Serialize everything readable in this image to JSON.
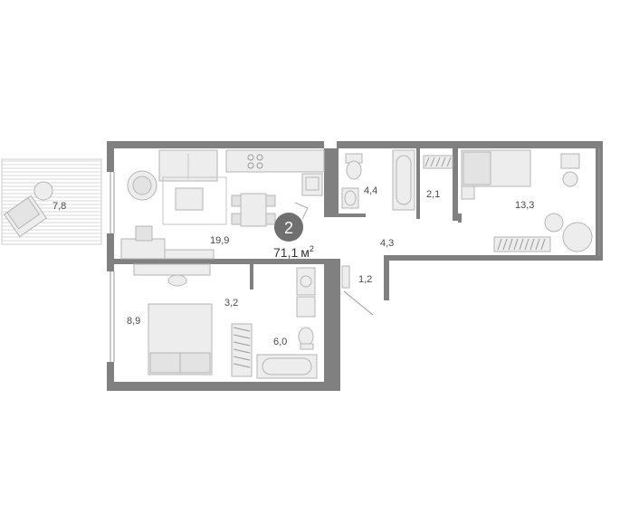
{
  "colors": {
    "wall": "#808080",
    "furniture_fill": "#ededed",
    "furniture_stroke": "#b5b5b5",
    "badge": "#6f6f6f",
    "text": "#4a4a4a"
  },
  "apartment": {
    "rooms_count": "2",
    "total_area": "71,1",
    "area_unit": "м",
    "area_unit_power": "2"
  },
  "rooms": [
    {
      "id": "balcony",
      "area": "7,8"
    },
    {
      "id": "living-kitchen",
      "area": "19,9"
    },
    {
      "id": "bathroom-1",
      "area": "4,4"
    },
    {
      "id": "wardrobe",
      "area": "2,1"
    },
    {
      "id": "bedroom-1",
      "area": "13,3"
    },
    {
      "id": "hallway",
      "area": "4,3"
    },
    {
      "id": "vestibule",
      "area": "1,2"
    },
    {
      "id": "bedroom-2",
      "area": "8,9"
    },
    {
      "id": "corridor",
      "area": "3,2"
    },
    {
      "id": "bathroom-2",
      "area": "6,0"
    }
  ]
}
